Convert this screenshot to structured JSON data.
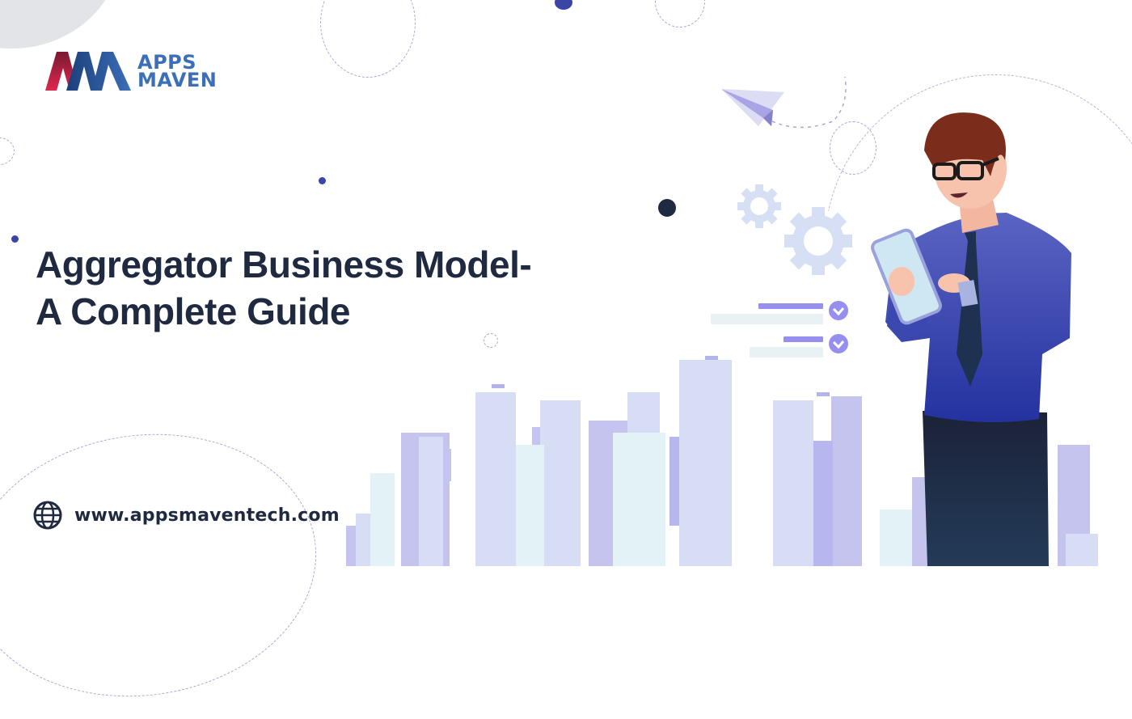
{
  "brand": {
    "name_line1": "APPS",
    "name_line2": "MAVEN",
    "logo_icon": "am-monogram-icon",
    "colors": {
      "primary_blue": "#3b6fb8",
      "accent_red": "#d9254a",
      "title_dark": "#1f2940"
    }
  },
  "hero": {
    "title_line1": "Aggregator Business Model-",
    "title_line2": "A Complete Guide"
  },
  "footer": {
    "website_icon": "globe-icon",
    "website": "www.appsmaventech.com"
  },
  "illustration": {
    "elements": [
      "paper-plane-icon",
      "gear-icon",
      "check-circle-icon",
      "city-skyline",
      "businessman-with-tablet"
    ]
  }
}
